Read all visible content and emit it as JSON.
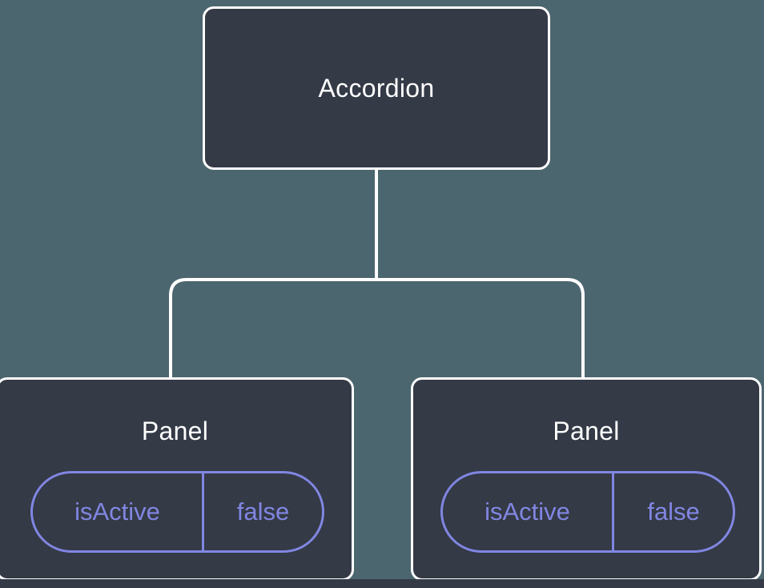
{
  "colors": {
    "canvas-bg": "#4C666F",
    "node-bg": "#343A46",
    "node-border": "#FFFFFF",
    "node-text": "#FFFFFF",
    "connector": "#FFFFFF",
    "state-accent": "#8186E2",
    "bottom-strip-bg": "#343A46"
  },
  "diagram": {
    "type": "component-tree",
    "root": {
      "label": "Accordion"
    },
    "panels": [
      {
        "title": "Panel",
        "state_name": "isActive",
        "state_value": "false"
      },
      {
        "title": "Panel",
        "state_name": "isActive",
        "state_value": "false"
      }
    ]
  }
}
